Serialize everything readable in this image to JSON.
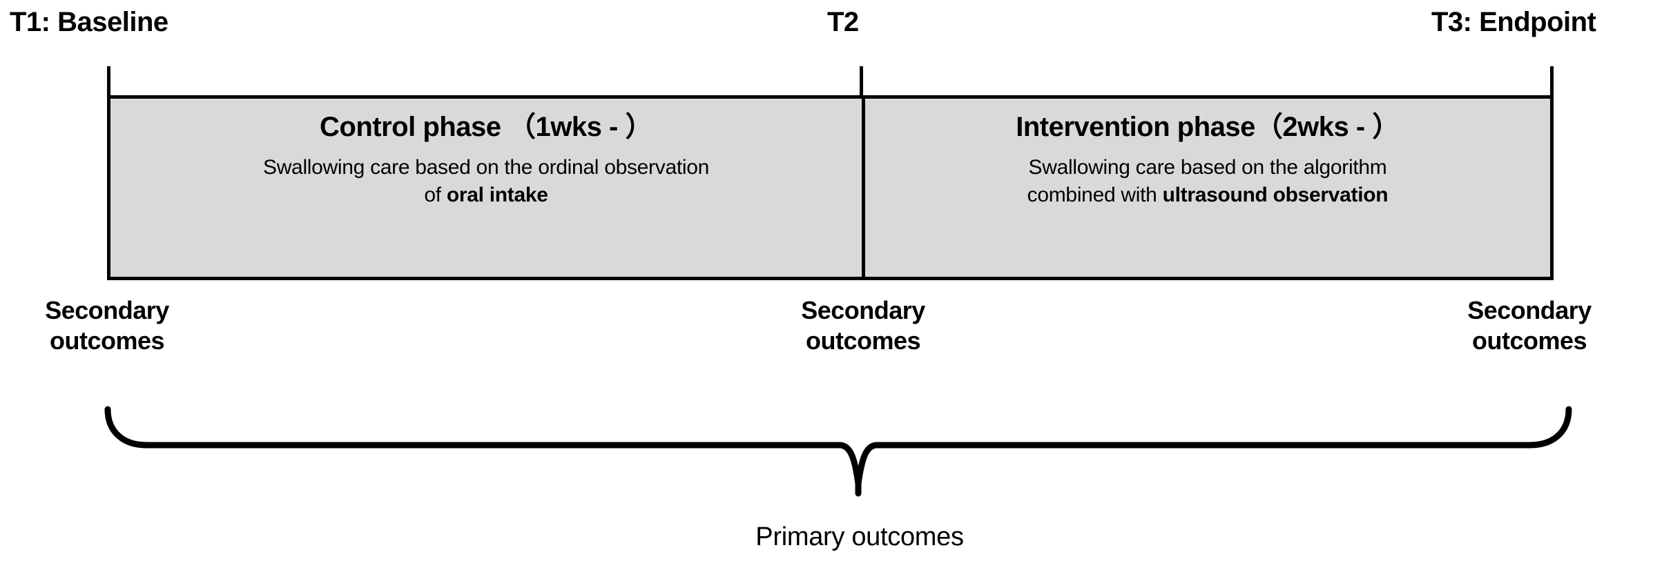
{
  "figure": {
    "type": "study-design-timeline",
    "background_color": "#ffffff",
    "phase_fill_color": "#d9d9d9",
    "line_color": "#000000"
  },
  "timepoints": [
    {
      "id": "t1",
      "label": "T1: Baseline"
    },
    {
      "id": "t2",
      "label": "T2"
    },
    {
      "id": "t3",
      "label": "T3: Endpoint"
    }
  ],
  "phases": [
    {
      "id": "control",
      "title": "Control phase （1wks - ）",
      "description_plain": "Swallowing care based on the ordinal observation\nof oral intake",
      "description_prefix": "Swallowing care based on the ordinal observation\nof ",
      "description_emphasis": "oral intake",
      "description_suffix": ""
    },
    {
      "id": "intervention",
      "title": "Intervention phase（2wks - ）",
      "description_plain": "Swallowing care based on the algorithm\ncombined with ultrasound observation",
      "description_prefix": "Swallowing care based on the algorithm\ncombined with ",
      "description_emphasis": "ultrasound observation",
      "description_suffix": ""
    }
  ],
  "secondary_outcomes": [
    {
      "id": "left",
      "label": "Secondary\noutcomes"
    },
    {
      "id": "middle",
      "label": "Secondary\noutcomes"
    },
    {
      "id": "right",
      "label": "Secondary\noutcomes"
    }
  ],
  "primary_outcome": {
    "label": "Primary outcomes"
  }
}
